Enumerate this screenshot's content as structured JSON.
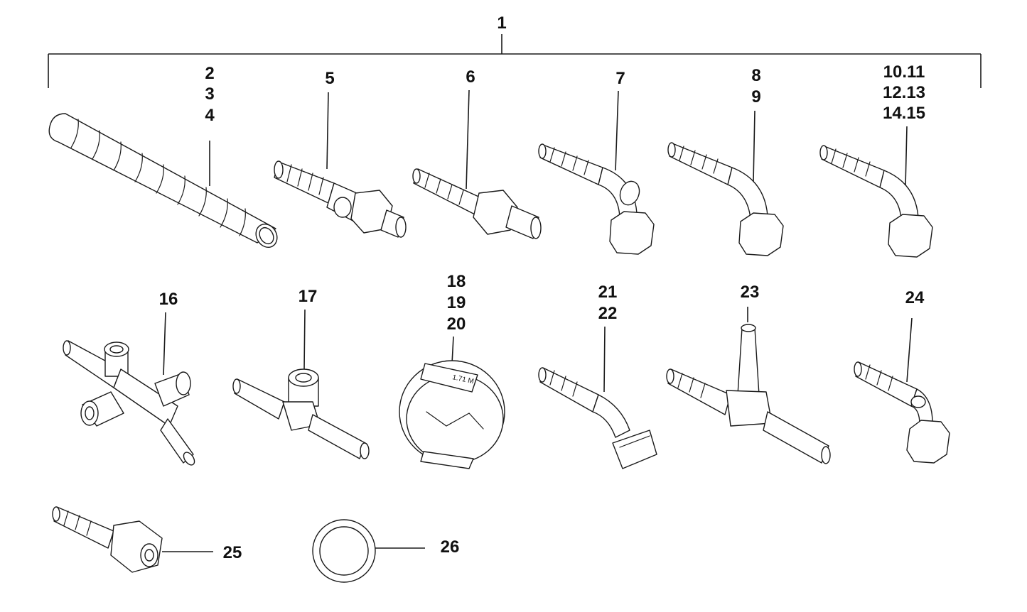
{
  "labels": {
    "l1": "1",
    "l2": "2",
    "l3": "3",
    "l4": "4",
    "l5": "5",
    "l6": "6",
    "l7": "7",
    "l8": "8",
    "l9": "9",
    "l10": "10.11",
    "l12": "12.13",
    "l14": "14.15",
    "l16": "16",
    "l17": "17",
    "l18": "18",
    "l19": "19",
    "l20": "20",
    "l21": "21",
    "l22": "22",
    "l23": "23",
    "l24": "24",
    "l25": "25",
    "l26": "26"
  },
  "clamp_marking": "1.71 M"
}
